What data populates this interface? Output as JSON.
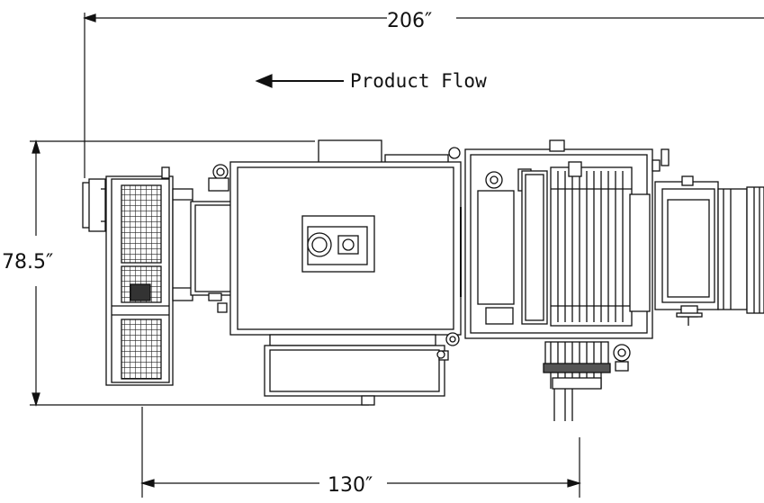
{
  "dimensions": {
    "overall_length": "206″",
    "width": "78.5″",
    "sub_length": "130″"
  },
  "flow": {
    "label": "Product Flow",
    "direction_icon": "arrow-left-icon"
  },
  "colors": {
    "line": "#111111",
    "background": "#ffffff"
  }
}
